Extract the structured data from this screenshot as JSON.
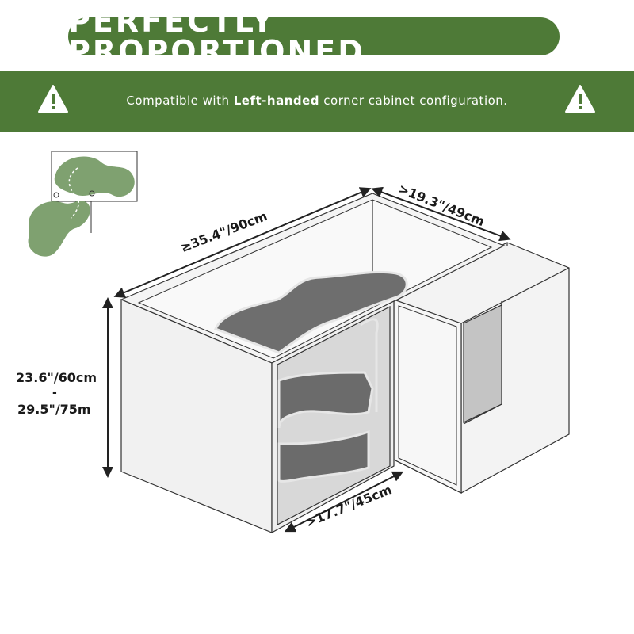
{
  "header": {
    "title": "PERFECTLY PROPORTIONED"
  },
  "banner": {
    "text_before": "Compatible with ",
    "text_bold": "Left-handed",
    "text_after": " corner cabinet configuration.",
    "warning_icon": "warning-triangle-icon"
  },
  "dimensions": {
    "width": "≥35.4\"/90cm",
    "depth": ">19.3\"/49cm",
    "door": ">17.7\"/45cm",
    "height_min": "23.6\"/60cm",
    "height_dash": "-",
    "height_max": "29.5\"/75m"
  },
  "colors": {
    "brand_green": "#4e7a37",
    "shelf_gray": "#6e6e6e",
    "icon_green": "#7fa170"
  }
}
